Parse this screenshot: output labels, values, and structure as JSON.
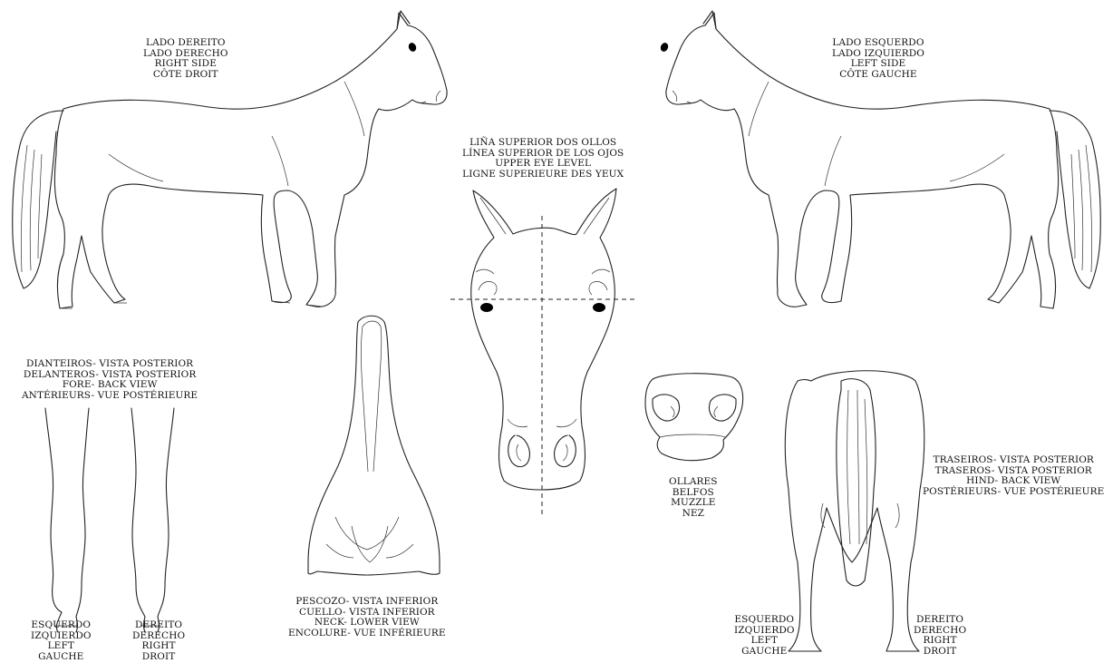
{
  "right_side": {
    "lines": [
      "LADO DEREITO",
      "LADO DERECHO",
      "RIGHT SIDE",
      "CÔTE DROIT"
    ]
  },
  "left_side": {
    "lines": [
      "LADO ESQUERDO",
      "LADO IZQUIERDO",
      "LEFT SIDE",
      "CÔTE GAUCHE"
    ]
  },
  "eye_level": {
    "lines": [
      "LIÑA SUPERIOR DOS OLLOS",
      "LÍNEA SUPERIOR DE LOS OJOS",
      "UPPER EYE LEVEL",
      "LIGNE SUPERIEURE DES YEUX"
    ]
  },
  "fore_back": {
    "lines": [
      "DIANTEIROS- VISTA POSTERIOR",
      "DELANTEROS- VISTA POSTERIOR",
      "FORE- BACK VIEW",
      "ANTÉRIEURS- VUE POSTÉRIEURE"
    ]
  },
  "neck_lower": {
    "lines": [
      "PESCOZO- VISTA INFERIOR",
      "CUELLO- VISTA INFERIOR",
      "NECK- LOWER VIEW",
      "ENCOLURE- VUE INFÉRIEURE"
    ]
  },
  "muzzle": {
    "lines": [
      "OLLARES",
      "BELFOS",
      "MUZZLE",
      "NEZ"
    ]
  },
  "hind_back": {
    "lines": [
      "TRASEIROS- VISTA POSTERIOR",
      "TRASEROS- VISTA POSTERIOR",
      "HIND- BACK VIEW",
      "POSTÉRIEURS- VUE POSTÉRIEURE"
    ]
  },
  "fore_left": {
    "lines": [
      "ESQUERDO",
      "IZQUIERDO",
      "LEFT",
      "GAUCHE"
    ]
  },
  "fore_right": {
    "lines": [
      "DEREITO",
      "DERECHO",
      "RIGHT",
      "DROIT"
    ]
  },
  "hind_left": {
    "lines": [
      "ESQUERDO",
      "IZQUIERDO",
      "LEFT",
      "GAUCHE"
    ]
  },
  "hind_right": {
    "lines": [
      "DEREITO",
      "DERECHO",
      "RIGHT",
      "DROIT"
    ]
  }
}
